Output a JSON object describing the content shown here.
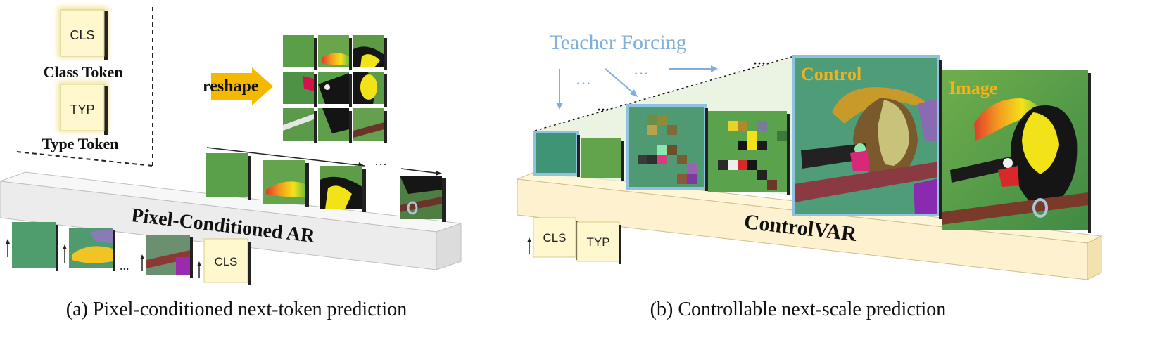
{
  "left": {
    "tokens": {
      "cls_label": "CLS",
      "cls_caption": "Class Token",
      "typ_label": "TYP",
      "typ_caption": "Type Token"
    },
    "reshape_label": "reshape",
    "model_label": "Pixel-Conditioned AR",
    "input_ellipsis": "...",
    "output_ellipsis": "···",
    "input_cls": "CLS",
    "caption": "(a) Pixel-conditioned next-token prediction"
  },
  "right": {
    "teacher_forcing": "Teacher Forcing",
    "tf_dots_1": "···",
    "tf_dots_2": "···",
    "control_label": "Control",
    "image_label": "Image",
    "model_label": "ControlVAR",
    "input_cls": "CLS",
    "input_typ": "TYP",
    "caption": "(b) Controllable next-scale prediction"
  },
  "colors": {
    "token_fill": "#fff8cf",
    "token_glow": "#f3e59a",
    "reshape_arrow": "#f5b800",
    "teacher_blue": "#7fb0dc",
    "label_orange": "#f2b21c",
    "bar_gray": "#efefef",
    "bar_cream": "#fdf1cf",
    "frame_blue": "#8ec3e0"
  }
}
